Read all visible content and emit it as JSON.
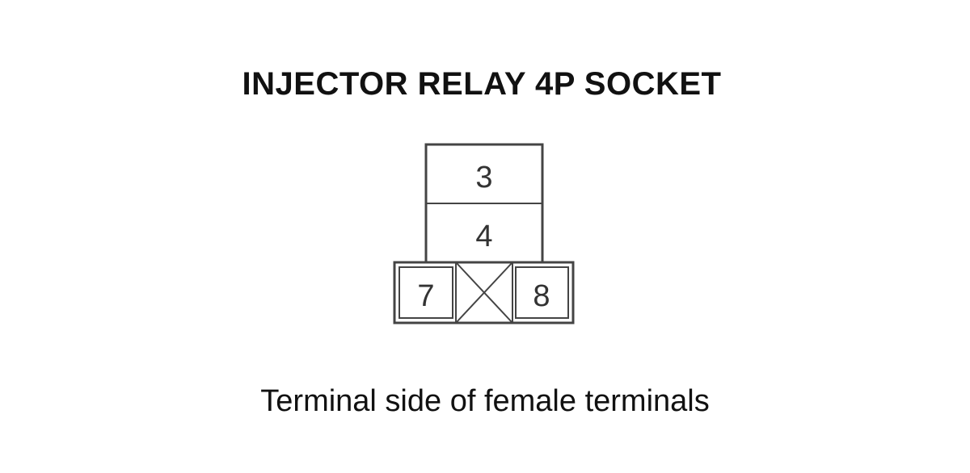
{
  "title": "INJECTOR RELAY 4P SOCKET",
  "caption": "Terminal side of female terminals",
  "terminals": {
    "top": "3",
    "middle": "4",
    "left": "7",
    "right": "8"
  },
  "colors": {
    "stroke": "#444444",
    "text": "#111111",
    "background": "#ffffff"
  }
}
